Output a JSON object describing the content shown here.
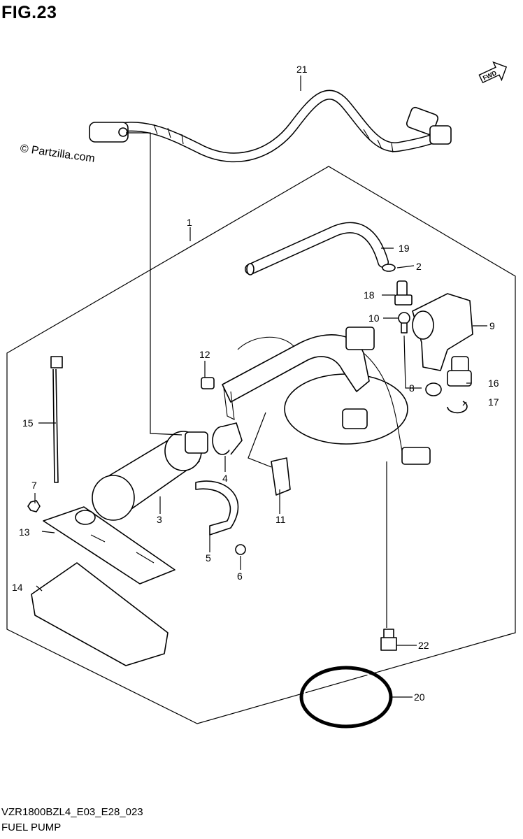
{
  "header": {
    "figure_title": "FIG.23"
  },
  "watermark": {
    "copyright": "© Partzilla.com"
  },
  "footer": {
    "model_code": "VZR1800BZL4_E03_E28_023",
    "caption": "FUEL PUMP"
  },
  "badge": {
    "fwd_label": "FWD"
  },
  "callouts": {
    "c1": "1",
    "c2": "2",
    "c3": "3",
    "c4": "4",
    "c5": "5",
    "c6": "6",
    "c7": "7",
    "c8": "8",
    "c9": "9",
    "c10": "10",
    "c11": "11",
    "c12": "12",
    "c13": "13",
    "c14": "14",
    "c15": "15",
    "c16": "16",
    "c17": "17",
    "c18": "18",
    "c19": "19",
    "c20": "20",
    "c21": "21",
    "c22": "22"
  }
}
